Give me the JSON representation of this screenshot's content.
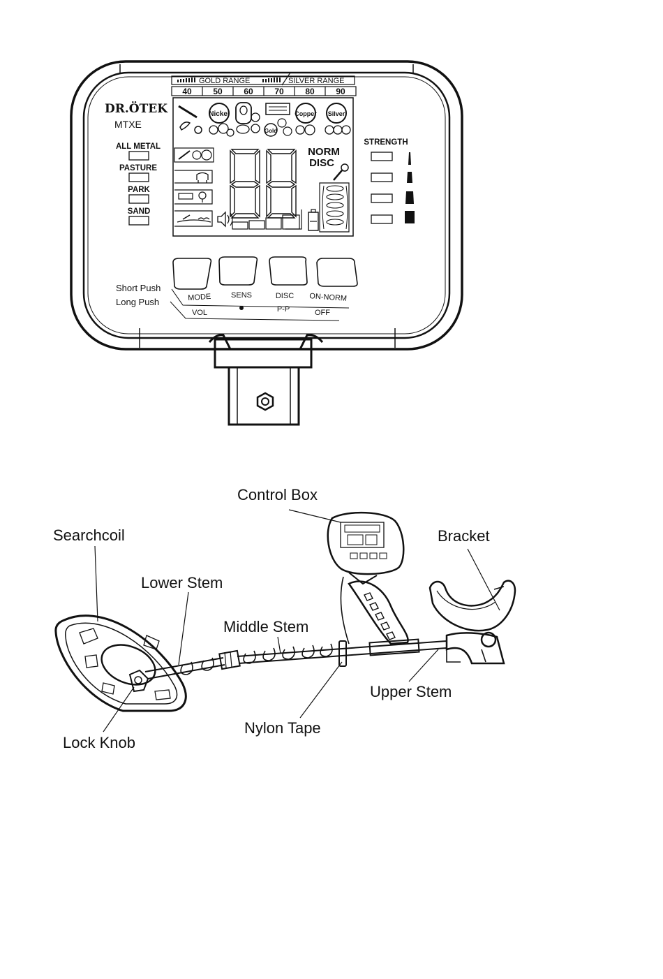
{
  "control_panel": {
    "brand": "DR.ÖTEK",
    "model": "MTXE",
    "top_scale": {
      "gold_range": "GOLD RANGE",
      "silver_range": "SILVER RANGE",
      "numbers": [
        "40",
        "50",
        "60",
        "70",
        "80",
        "90"
      ]
    },
    "target_badges": [
      "Nickel",
      "Gold",
      "Copper",
      "Silver"
    ],
    "modes": [
      "ALL METAL",
      "PASTURE",
      "PARK",
      "SAND"
    ],
    "norm": "NORM",
    "disc": "DISC",
    "strength": "STRENGTH",
    "legend": {
      "short_push": "Short Push",
      "long_push": "Long Push"
    },
    "buttons": [
      {
        "short": "MODE",
        "long": "VOL"
      },
      {
        "short": "SENS",
        "long": ""
      },
      {
        "short": "DISC",
        "long": "P-P"
      },
      {
        "short": "ON-NORM",
        "long": "OFF"
      }
    ]
  },
  "assembly": {
    "labels": {
      "control_box": "Control Box",
      "searchcoil": "Searchcoil",
      "bracket": "Bracket",
      "lower_stem": "Lower Stem",
      "middle_stem": "Middle Stem",
      "upper_stem": "Upper Stem",
      "nylon_tape": "Nylon Tape",
      "lock_knob": "Lock Knob"
    }
  }
}
